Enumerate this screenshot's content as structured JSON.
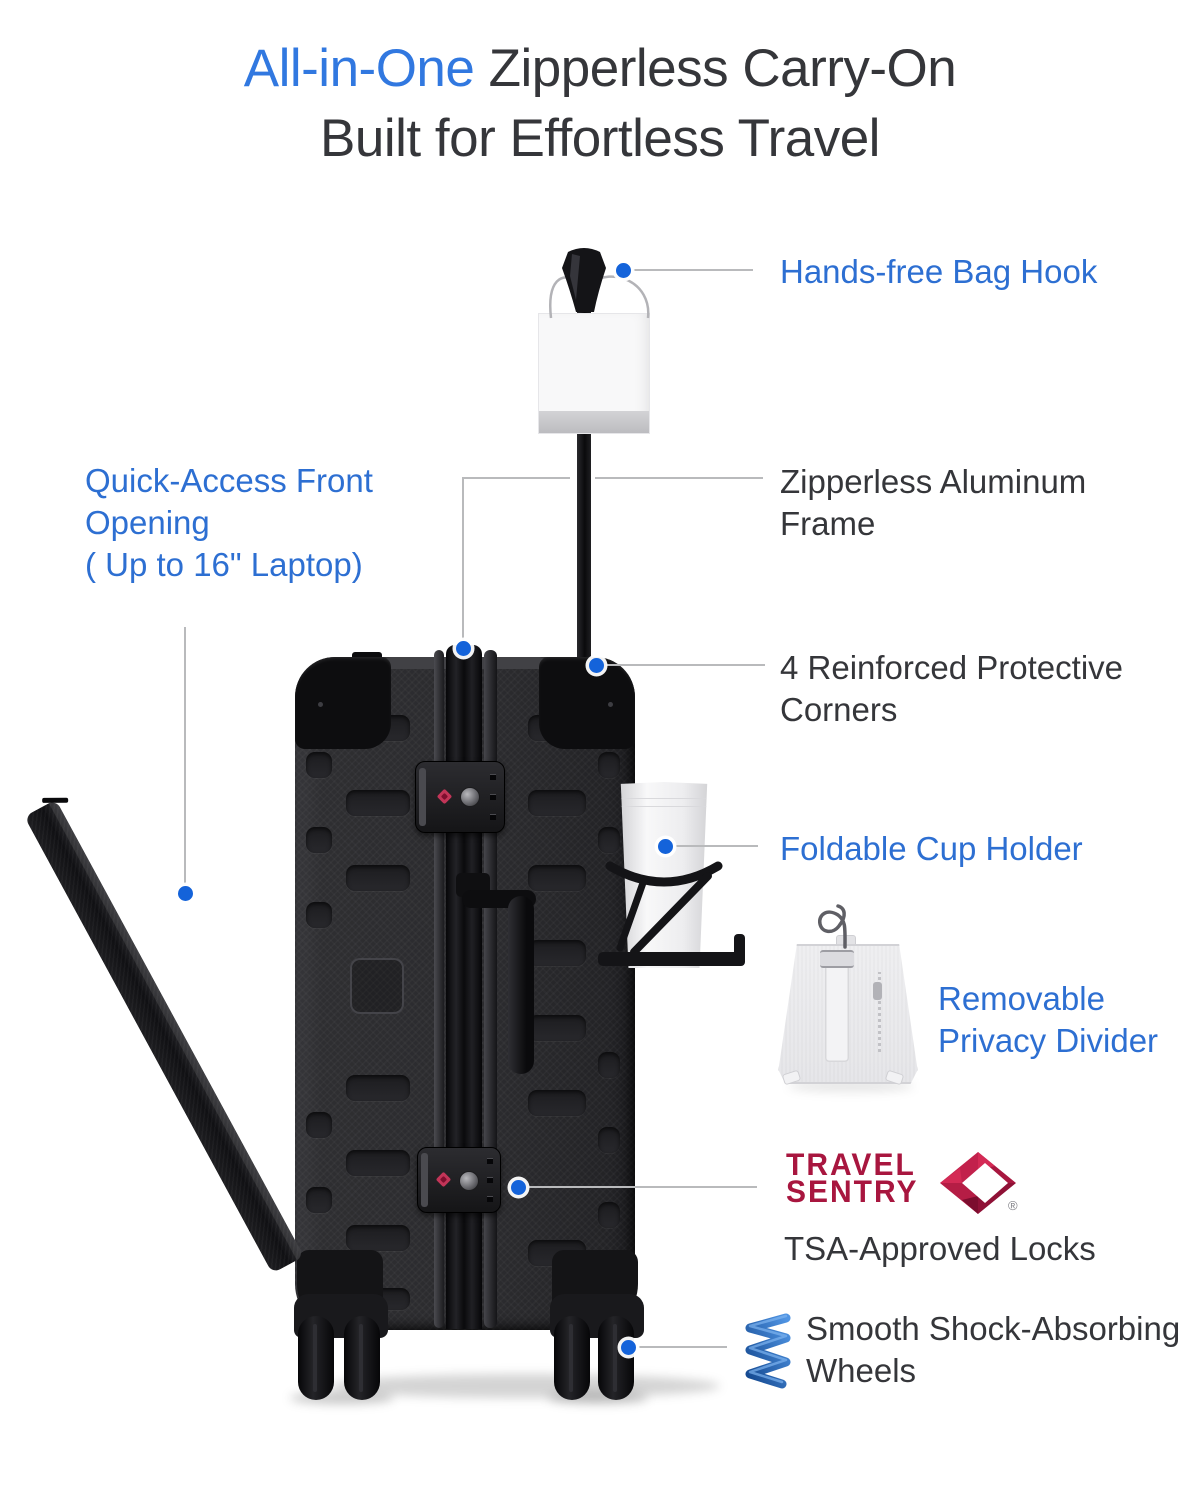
{
  "title": {
    "highlight": "All-in-One",
    "rest": " Zipperless Carry-On",
    "line2": "Built for Effortless Travel"
  },
  "callouts": {
    "bag_hook": {
      "label": "Hands-free Bag Hook"
    },
    "front_opening": {
      "line1": "Quick-Access Front",
      "line2": "Opening",
      "line3": "( Up to 16\" Laptop)"
    },
    "frame": {
      "line1": "Zipperless Aluminum",
      "line2": "Frame"
    },
    "corners": {
      "line1": "4 Reinforced Protective",
      "line2": "Corners"
    },
    "cup_holder": {
      "label": "Foldable Cup Holder"
    },
    "privacy_divider": {
      "line1": "Removable",
      "line2": "Privacy Divider"
    },
    "tsa": {
      "brand_line1": "TRAVEL",
      "brand_line2": "SENTRY",
      "registered_mark": "®",
      "label": "TSA-Approved Locks"
    },
    "wheels": {
      "line1": "Smooth Shock-Absorbing",
      "line2": "Wheels"
    }
  },
  "colors": {
    "accent_blue": "#2d6fd2",
    "title_blue": "#3178e0",
    "text_dark": "#35363a",
    "dot_blue": "#1463da",
    "brand_red": "#a8163f",
    "line_gray": "#b9babc"
  }
}
